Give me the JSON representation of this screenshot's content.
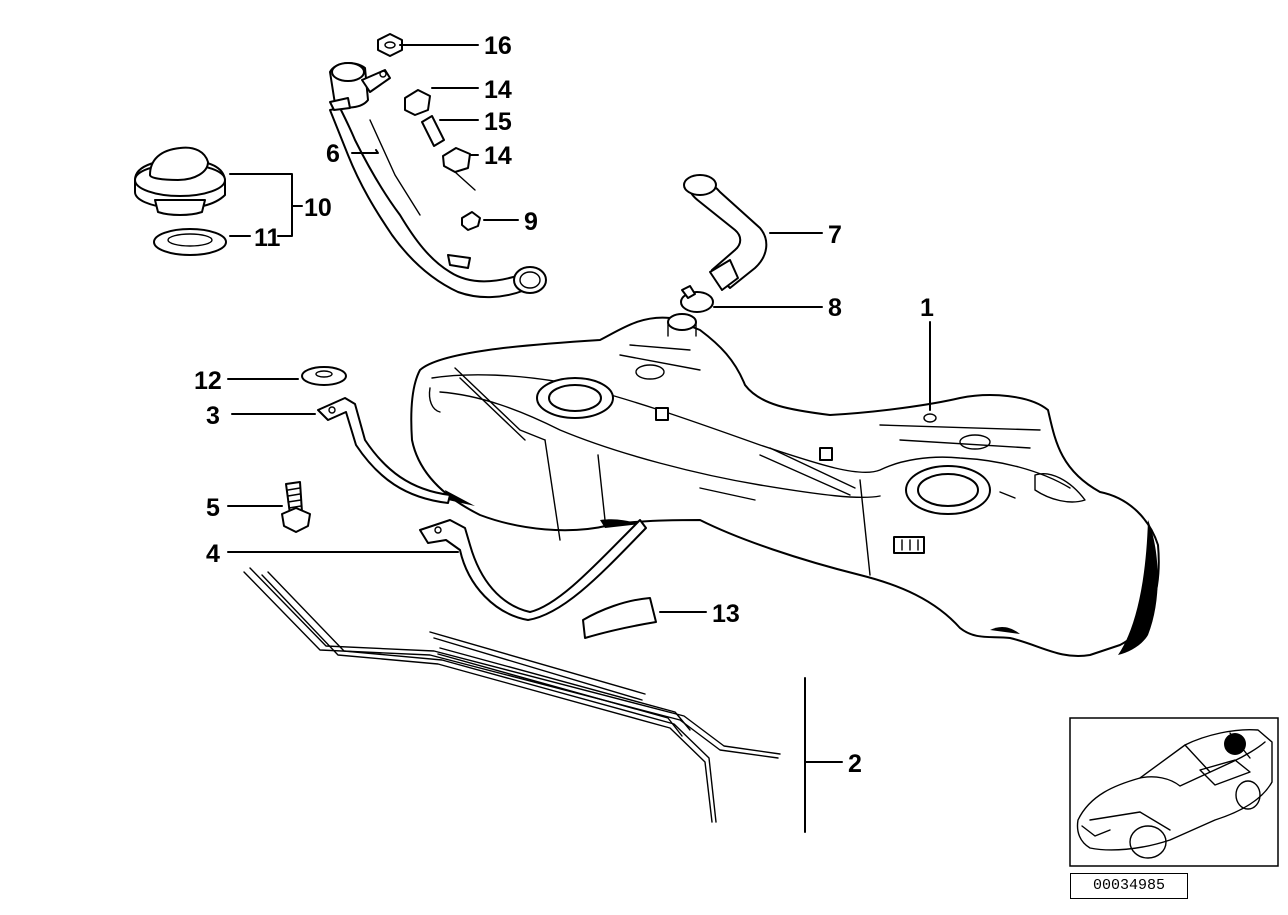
{
  "diagram": {
    "callouts": {
      "c1": "1",
      "c2": "2",
      "c3": "3",
      "c4": "4",
      "c5": "5",
      "c6": "6",
      "c7": "7",
      "c8": "8",
      "c9": "9",
      "c10": "10",
      "c11": "11",
      "c12": "12",
      "c13": "13",
      "c14a": "14",
      "c14b": "14",
      "c15": "15",
      "c16": "16"
    },
    "reference_code": "00034985"
  },
  "colors": {
    "line": "#000000",
    "background": "#ffffff"
  }
}
